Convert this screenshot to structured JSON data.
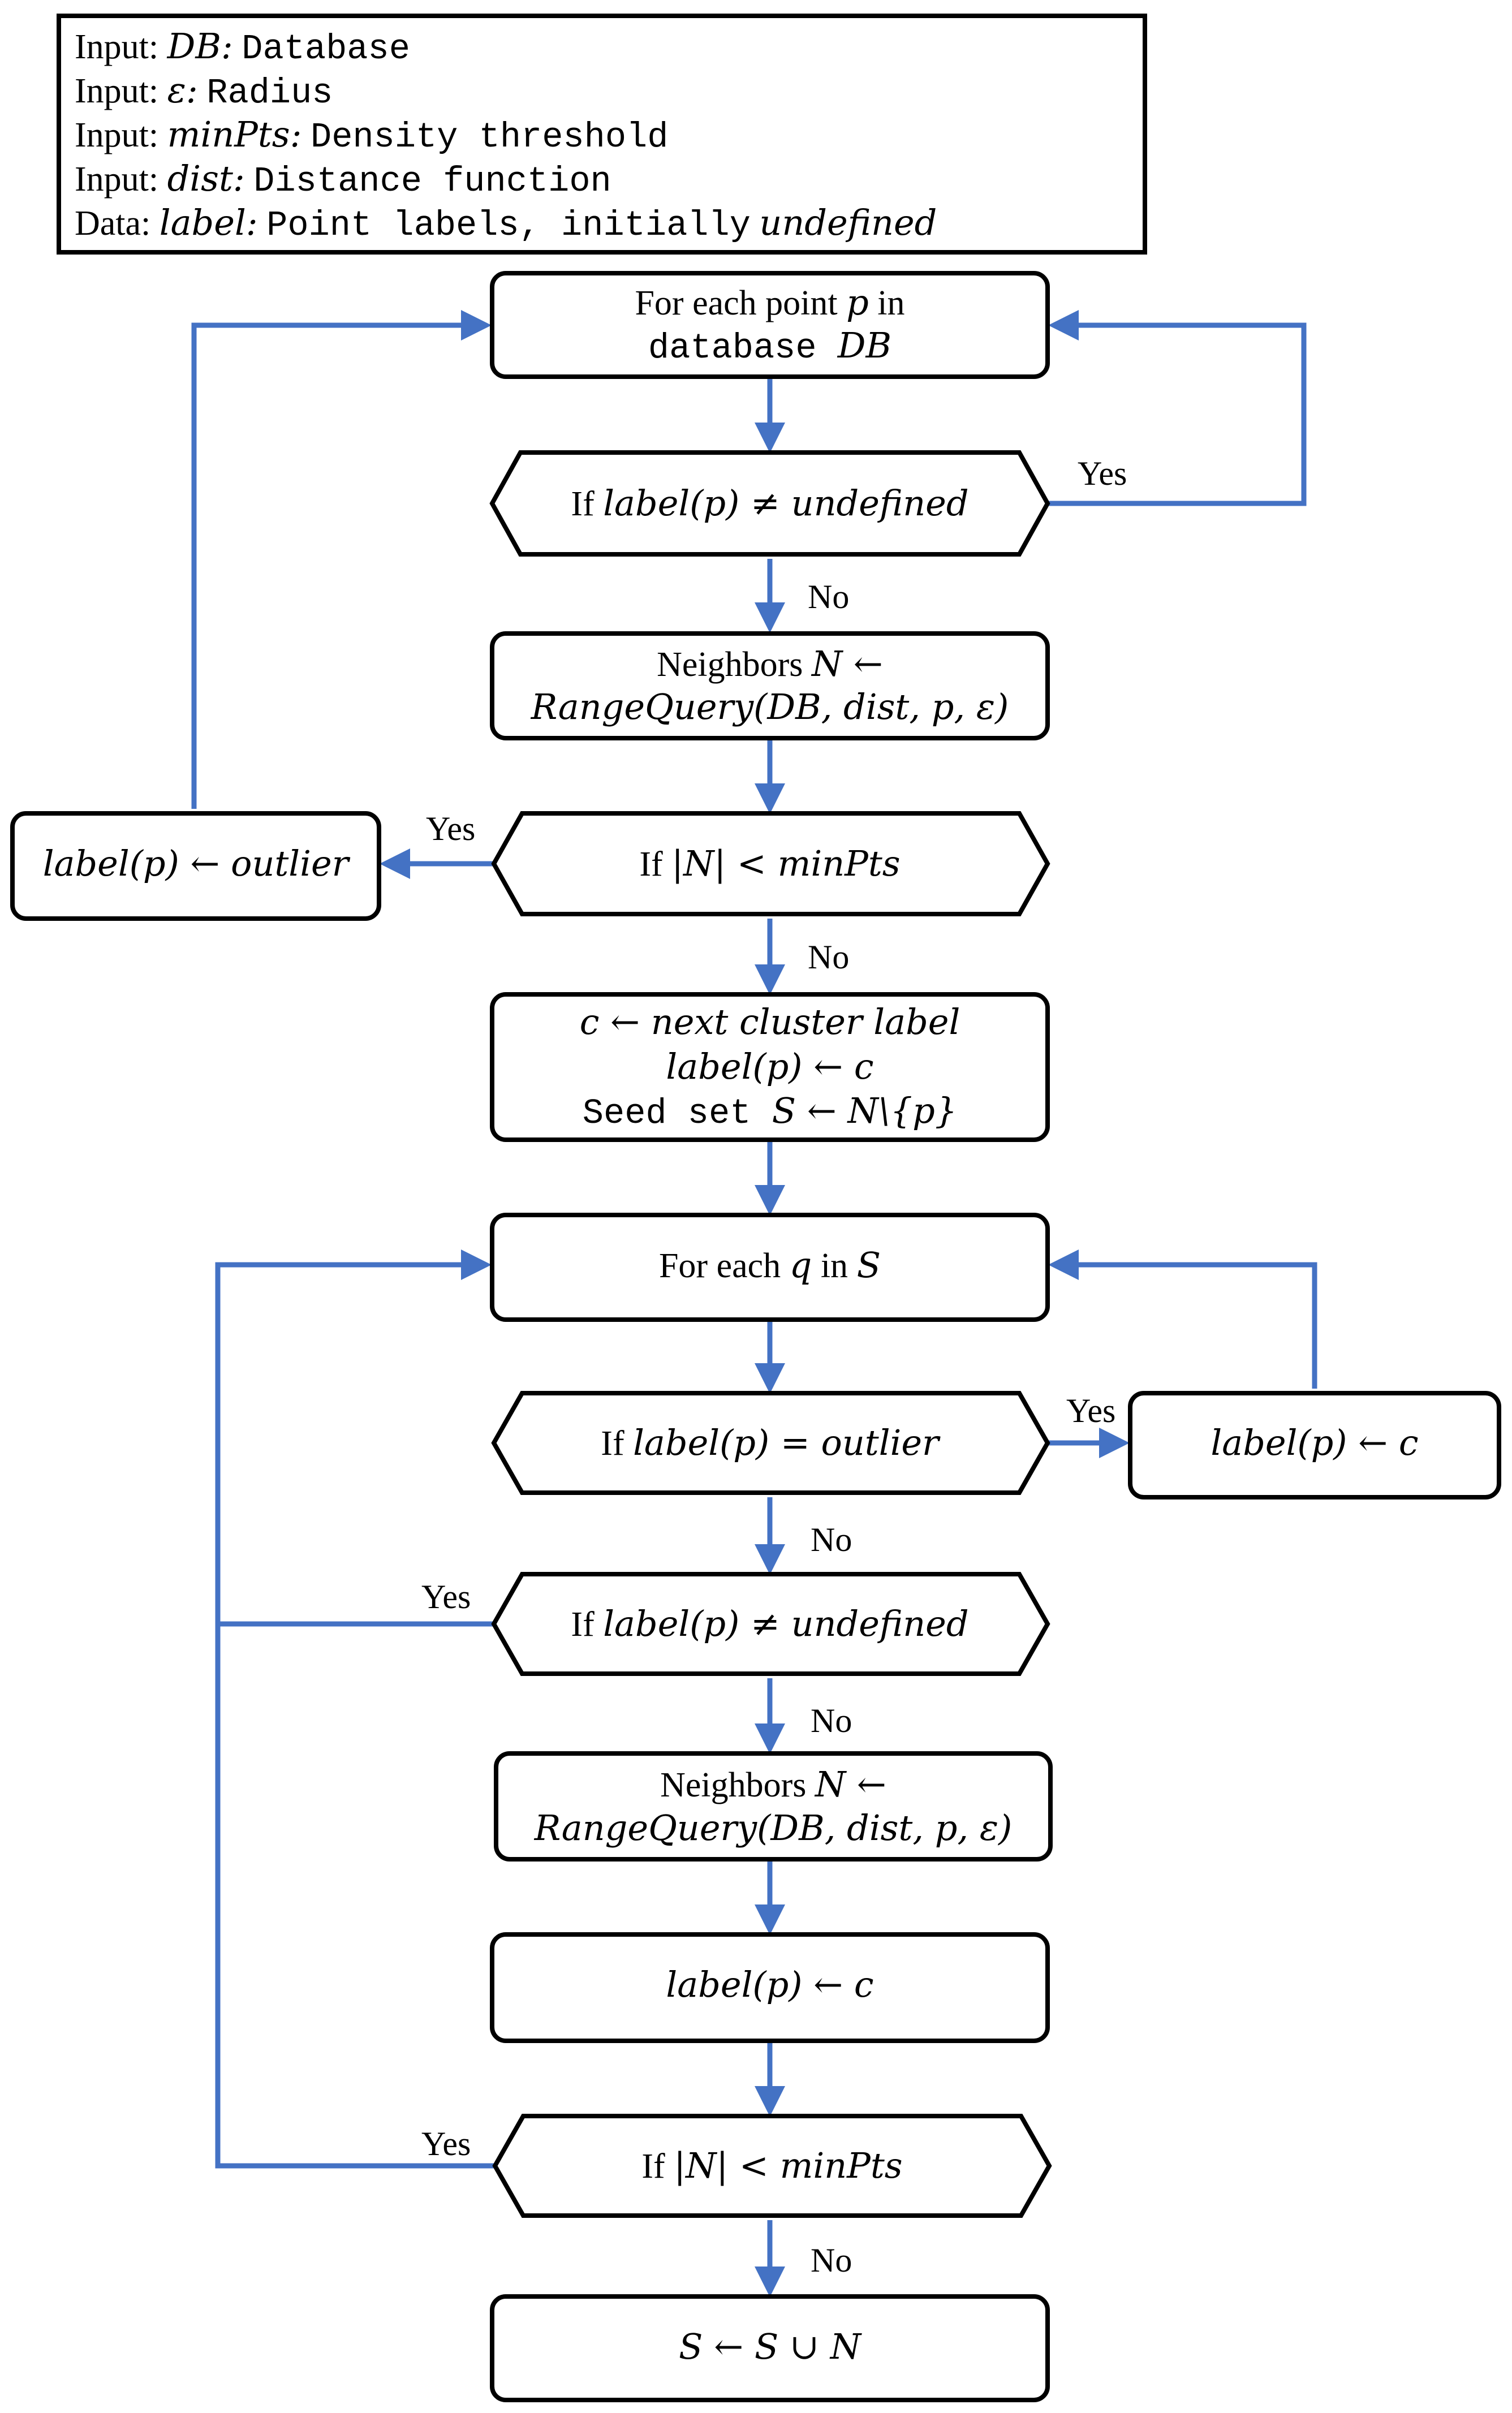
{
  "inputs": [
    {
      "prefix": "Input:",
      "var": "DB",
      "sep": ":",
      "desc": "Database"
    },
    {
      "prefix": "Input:",
      "var": "ε",
      "sep": ":",
      "desc": "Radius"
    },
    {
      "prefix": "Input:",
      "var": "minPts",
      "sep": ":",
      "desc": "Density threshold"
    },
    {
      "prefix": "Input:",
      "var": "dist",
      "sep": ":",
      "desc": "Distance function"
    },
    {
      "prefix": "Data:",
      "var": "label",
      "sep": ":",
      "desc": "Point labels, initially",
      "tail": "undefined"
    }
  ],
  "nodes": {
    "for_each_p": {
      "a": "For each point ",
      "p": "p",
      "b": " in",
      "c": "database ",
      "d": "DB"
    },
    "if_undef_1": {
      "a": "If ",
      "m": "label(p) ≠ undefined"
    },
    "neighbors_1": {
      "a": "Neighbors ",
      "n": "N ←",
      "m": "RangeQuery(DB, dist, p, ε)"
    },
    "if_minpts_1": {
      "a": "If ",
      "m": "|N| < minPts"
    },
    "outlier": {
      "m": "label(p)  ← outlier"
    },
    "cluster_init": {
      "l1": "c ← next cluster label",
      "l2": "label(p) ← c",
      "l3a": "Seed set ",
      "l3b": "S ← N\\{p}"
    },
    "for_each_q": {
      "a": "For each ",
      "q": "q",
      "b": " in ",
      "s": "S"
    },
    "if_outlier": {
      "a": "If ",
      "m": "label(p) = outlier"
    },
    "relabel": {
      "m": "label(p)  ← c"
    },
    "if_undef_2": {
      "a": "If ",
      "m": "label(p) ≠ undefined"
    },
    "neighbors_2": {
      "a": "Neighbors ",
      "n": "N ←",
      "m": "RangeQuery(DB, dist, p, ε)"
    },
    "assign": {
      "m": "label(p) ← c"
    },
    "if_minpts_2": {
      "a": "If ",
      "m": "|N| < minPts"
    },
    "union": {
      "m": "S ← S ∪ N"
    }
  },
  "edge_labels": {
    "yes": "Yes",
    "no": "No"
  },
  "colors": {
    "arrow": "#4472c4",
    "border": "#000000"
  }
}
